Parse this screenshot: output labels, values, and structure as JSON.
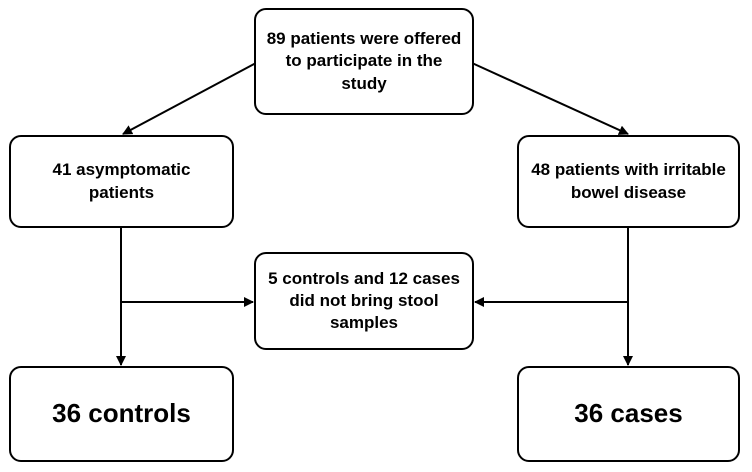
{
  "boxes": {
    "top": "89 patients were offered to participate in the study",
    "left": "41 asymptomatic patients",
    "right": "48 patients with irritable bowel disease",
    "middle": "5 controls and  12 cases did not bring stool samples",
    "bottom_left": "36 controls",
    "bottom_right": "36 cases"
  }
}
